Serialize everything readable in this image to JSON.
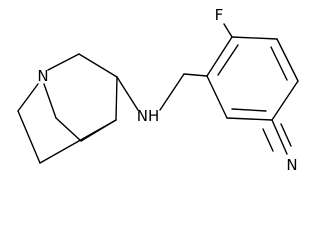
{
  "molecule": {
    "atom_labels": {
      "quinuclidine_nitrogen": "N",
      "amine": "NH",
      "fluorine": "F",
      "nitrile_nitrogen": "N"
    },
    "colors": {
      "bond": "#000000",
      "text": "#000000",
      "background": "#ffffff"
    }
  }
}
